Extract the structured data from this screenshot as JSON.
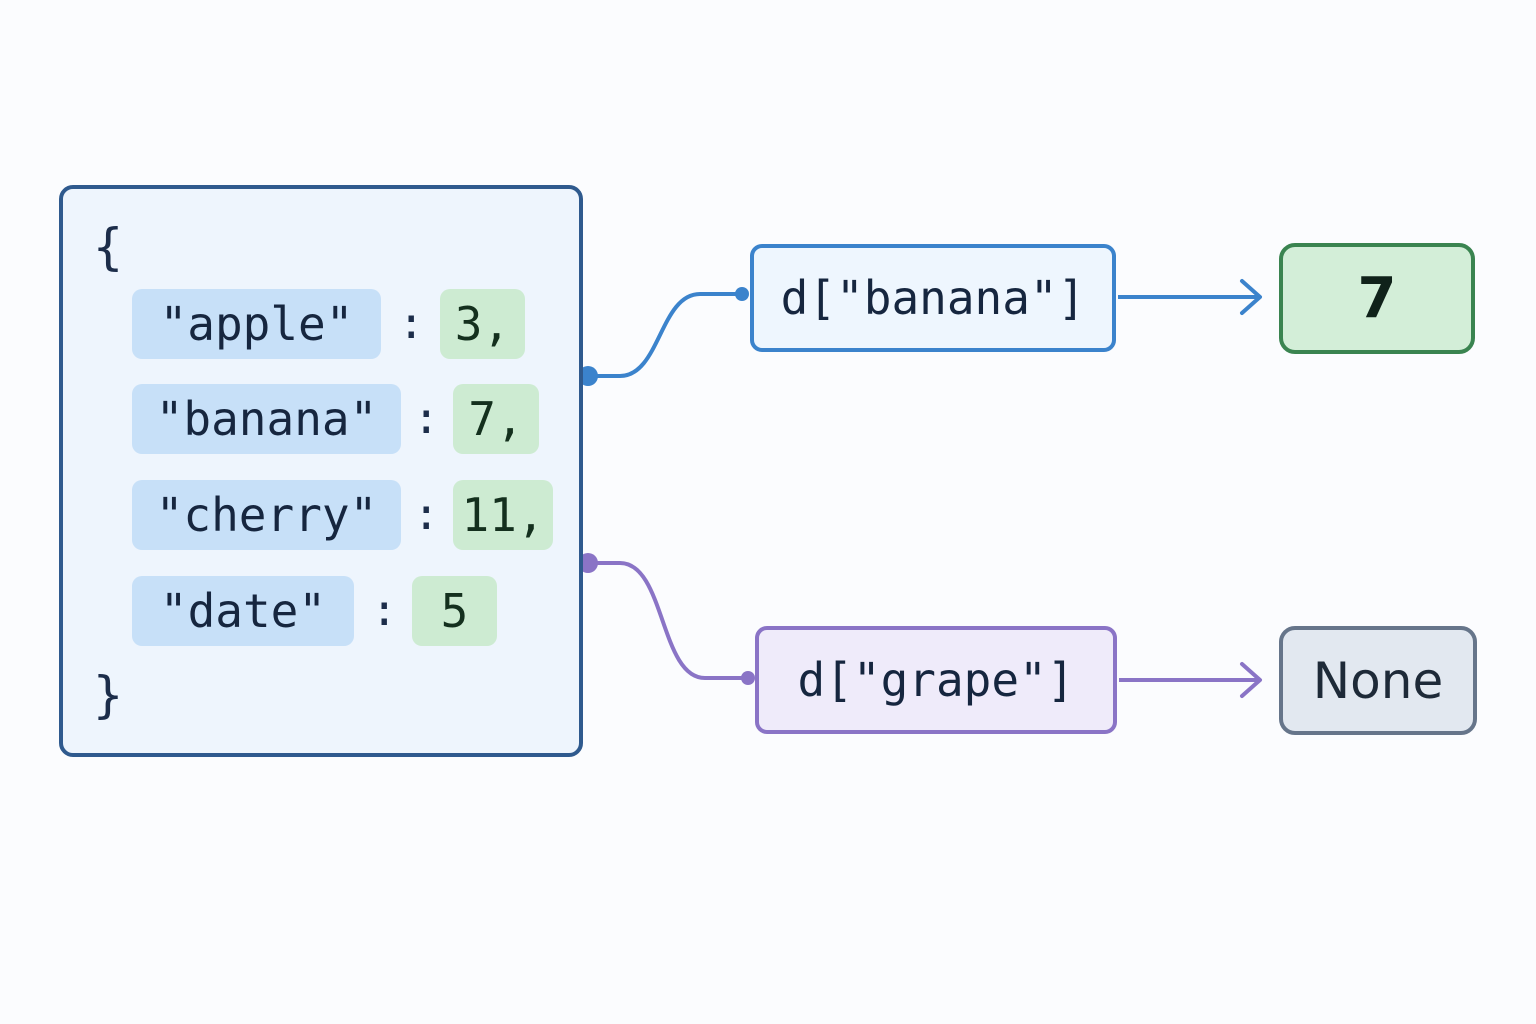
{
  "dictionary": {
    "open_brace": "{",
    "close_brace": "}",
    "entries": [
      {
        "key": "\"apple\"",
        "colon": ":",
        "value": "3,"
      },
      {
        "key": "\"banana\"",
        "colon": ":",
        "value": "7,"
      },
      {
        "key": "\"cherry\"",
        "colon": ":",
        "value": "11,"
      },
      {
        "key": "\"date\"",
        "colon": ":",
        "value": "5"
      }
    ]
  },
  "lookups": [
    {
      "expression": "d[\"banana\"]",
      "result": "7"
    },
    {
      "expression": "d[\"grape\"]",
      "result": "None"
    }
  ],
  "colors": {
    "dict_border": "#2f5a8e",
    "key_fill": "#c7e0f8",
    "value_fill": "#cdebd2",
    "hit_wire": "#3b83cc",
    "miss_wire": "#8a74c6",
    "hit_result_border": "#3a8450",
    "miss_result_border": "#66758a"
  }
}
